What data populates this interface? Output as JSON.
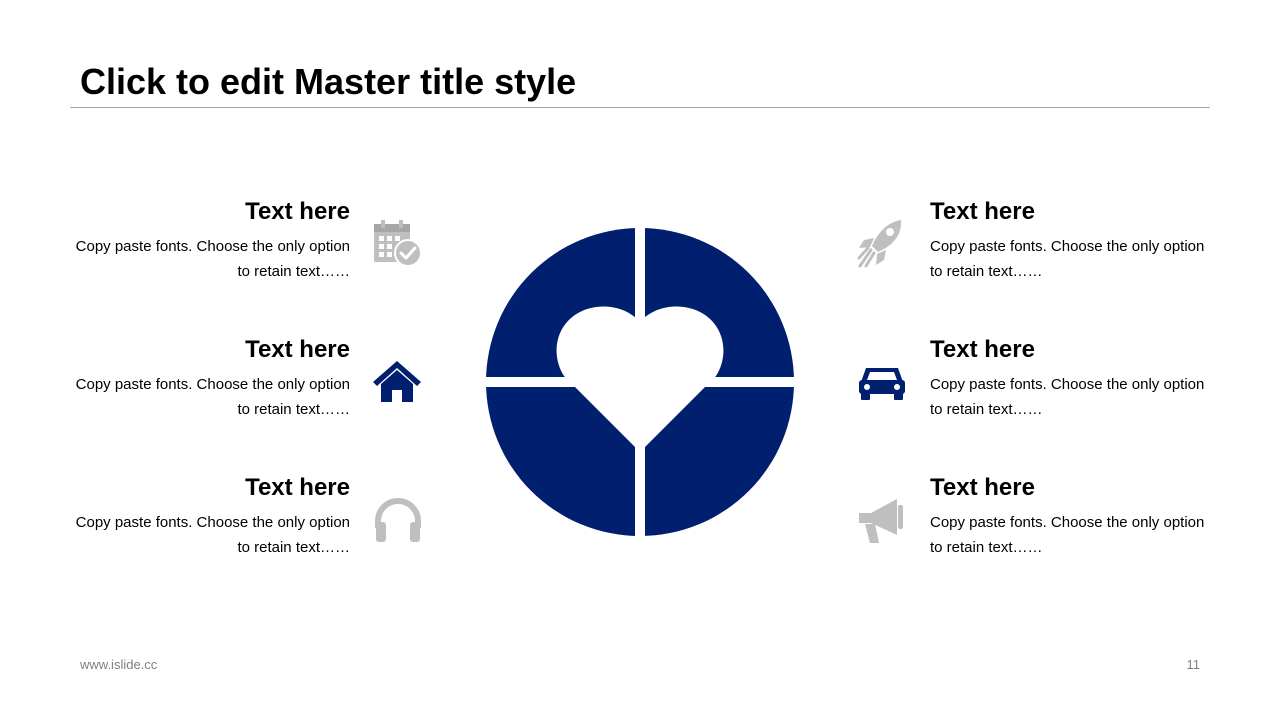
{
  "slide": {
    "title": "Click to edit Master title style",
    "footer_url": "www.islide.cc",
    "page_number": "11"
  },
  "colors": {
    "accent": "#001F6E",
    "icon_gray": "#BFBFBF",
    "rule": "#A6A6A6",
    "footer_text": "#7F7F7F"
  },
  "items": [
    {
      "heading": "Text here",
      "line1": "Copy paste fonts. Choose the only option",
      "line2": "to retain text……",
      "icon": "calendar-check-icon"
    },
    {
      "heading": "Text here",
      "line1": "Copy paste fonts. Choose the only option",
      "line2": "to retain text……",
      "icon": "home-icon"
    },
    {
      "heading": "Text here",
      "line1": "Copy paste fonts. Choose the only option",
      "line2": "to retain text……",
      "icon": "headphones-icon"
    },
    {
      "heading": "Text here",
      "line1": "Copy paste fonts. Choose the only option",
      "line2": "to retain text……",
      "icon": "rocket-icon"
    },
    {
      "heading": "Text here",
      "line1": "Copy paste fonts. Choose the only option",
      "line2": "to retain text……",
      "icon": "car-icon"
    },
    {
      "heading": "Text here",
      "line1": "Copy paste fonts. Choose the only option",
      "line2": "to retain text……",
      "icon": "megaphone-icon"
    }
  ],
  "center_graphic": {
    "icon": "heart-icon",
    "segments": 4
  }
}
